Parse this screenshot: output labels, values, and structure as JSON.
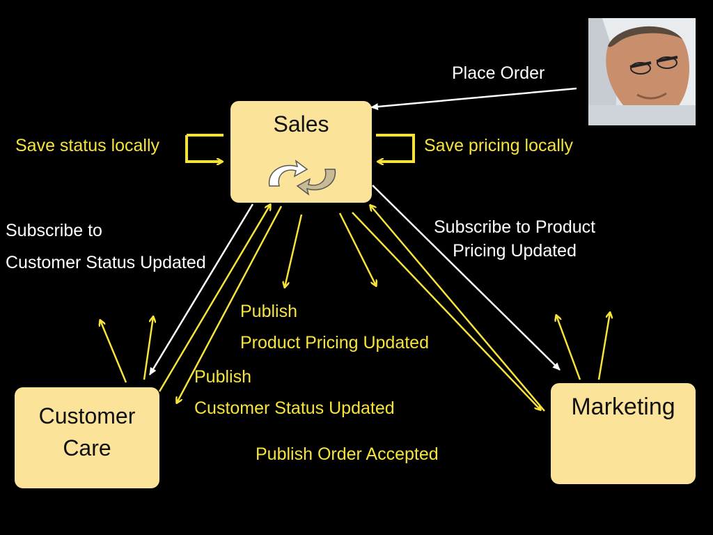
{
  "nodes": {
    "sales": "Sales",
    "customer_care": "Customer\nCare",
    "marketing": "Marketing"
  },
  "labels": {
    "place_order": "Place Order",
    "save_status": "Save status locally",
    "save_pricing": "Save pricing locally",
    "subscribe_cs_line1": "Subscribe to",
    "subscribe_cs_line2": "Customer Status Updated",
    "subscribe_pp": "Subscribe to Product\nPricing Updated",
    "publish_pp_line1": "Publish",
    "publish_pp_line2": "Product Pricing Updated",
    "publish_cs_line1": "Publish",
    "publish_cs_line2": "Customer Status Updated",
    "publish_oa": "Publish Order Accepted"
  },
  "colors": {
    "background": "#000000",
    "box_fill": "#fbe49a",
    "arrow_yellow": "#f7e33b",
    "arrow_white": "#ffffff",
    "box_text": "#111111"
  },
  "image": {
    "subject": "photo of a man with glasses"
  }
}
